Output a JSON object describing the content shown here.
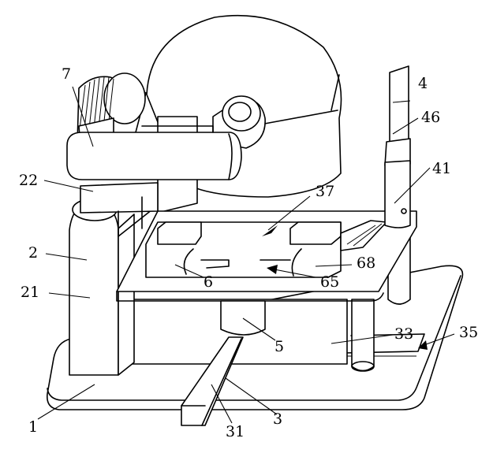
{
  "figure": {
    "labels": {
      "l7": "7",
      "l4": "4",
      "l46": "46",
      "l41": "41",
      "l22": "22",
      "l37": "37",
      "l2": "2",
      "l68": "68",
      "l6": "6",
      "l65": "65",
      "l21": "21",
      "l33": "33",
      "l35": "35",
      "l5": "5",
      "l1": "1",
      "l31": "31",
      "l3": "3"
    }
  }
}
